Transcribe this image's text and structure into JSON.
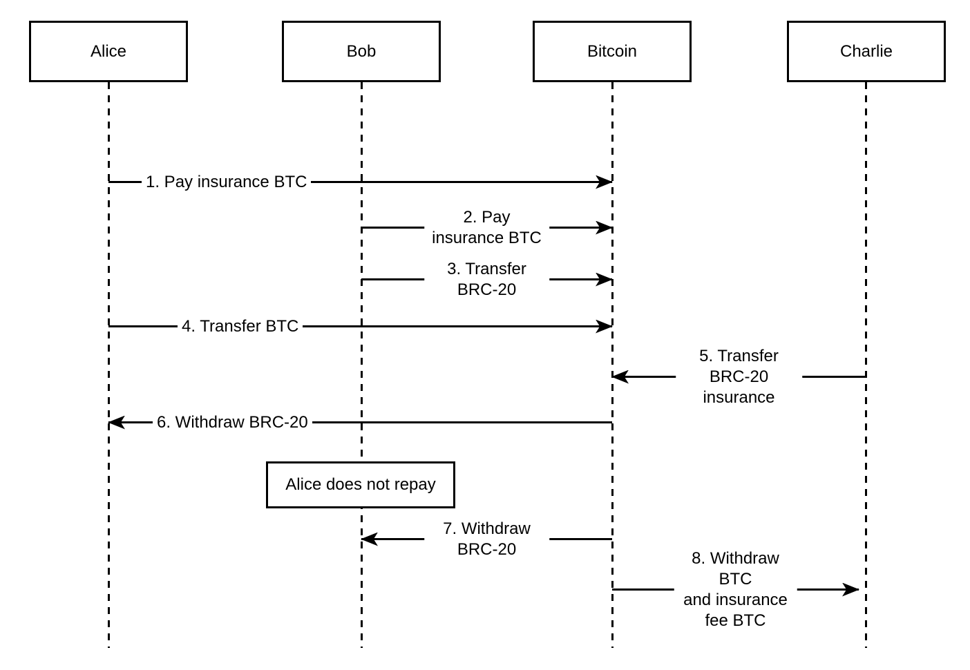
{
  "diagram_type": "sequence-diagram",
  "colors": {
    "background": "#ffffff",
    "line": "#000000",
    "text": "#000000"
  },
  "actors": [
    {
      "name": "Alice"
    },
    {
      "name": "Bob"
    },
    {
      "name": "Bitcoin"
    },
    {
      "name": "Charlie"
    }
  ],
  "messages": [
    {
      "label": "1. Pay insurance BTC",
      "from": "Alice",
      "to": "Bitcoin",
      "direction": "right"
    },
    {
      "label": "2. Pay insurance BTC",
      "from": "Bob",
      "to": "Bitcoin",
      "direction": "right"
    },
    {
      "label": "3. Transfer BRC-20",
      "from": "Bob",
      "to": "Bitcoin",
      "direction": "right"
    },
    {
      "label": "4. Transfer BTC",
      "from": "Alice",
      "to": "Bitcoin",
      "direction": "right"
    },
    {
      "label": "5. Transfer BRC-20 insurance",
      "from": "Charlie",
      "to": "Bitcoin",
      "direction": "left"
    },
    {
      "label": "6. Withdraw BRC-20",
      "from": "Bitcoin",
      "to": "Alice",
      "direction": "left"
    },
    {
      "label": "7. Withdraw BRC-20",
      "from": "Bitcoin",
      "to": "Bob",
      "direction": "left"
    },
    {
      "label": "8. Withdraw BTC\nand insurance fee BTC",
      "from": "Bitcoin",
      "to": "Charlie",
      "direction": "right"
    }
  ],
  "note": {
    "label": "Alice does not repay",
    "over": "Bob"
  }
}
